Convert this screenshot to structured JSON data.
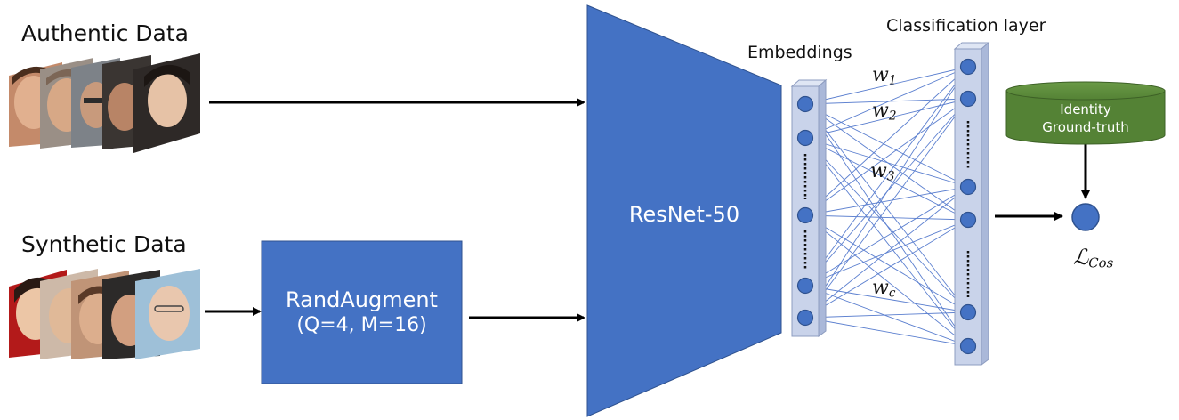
{
  "inputs": {
    "authentic_title": "Authentic Data",
    "synthetic_title": "Synthetic Data"
  },
  "augment": {
    "name": "RandAugment",
    "params": "(Q=4, M=16)"
  },
  "backbone": {
    "name": "ResNet-50"
  },
  "embeddings": {
    "title": "Embeddings"
  },
  "classification": {
    "title": "Classification layer"
  },
  "weights": {
    "w1": {
      "symbol": "w",
      "sub": "1"
    },
    "w2": {
      "symbol": "w",
      "sub": "2"
    },
    "w3": {
      "symbol": "w",
      "sub": "3"
    },
    "wc": {
      "symbol": "w",
      "sub": "c"
    }
  },
  "ground_truth": {
    "line1": "Identity",
    "line2": "Ground-truth"
  },
  "loss": {
    "symbol": "ℒ",
    "sub": "Cos"
  },
  "colors": {
    "block_blue": "#4472c4",
    "node_fill": "#4472c4",
    "layer_fill": "#c9d3ea",
    "edge_blue": "#5b7fcf",
    "gt_green": "#548235",
    "gt_dark": "#3d6126"
  }
}
